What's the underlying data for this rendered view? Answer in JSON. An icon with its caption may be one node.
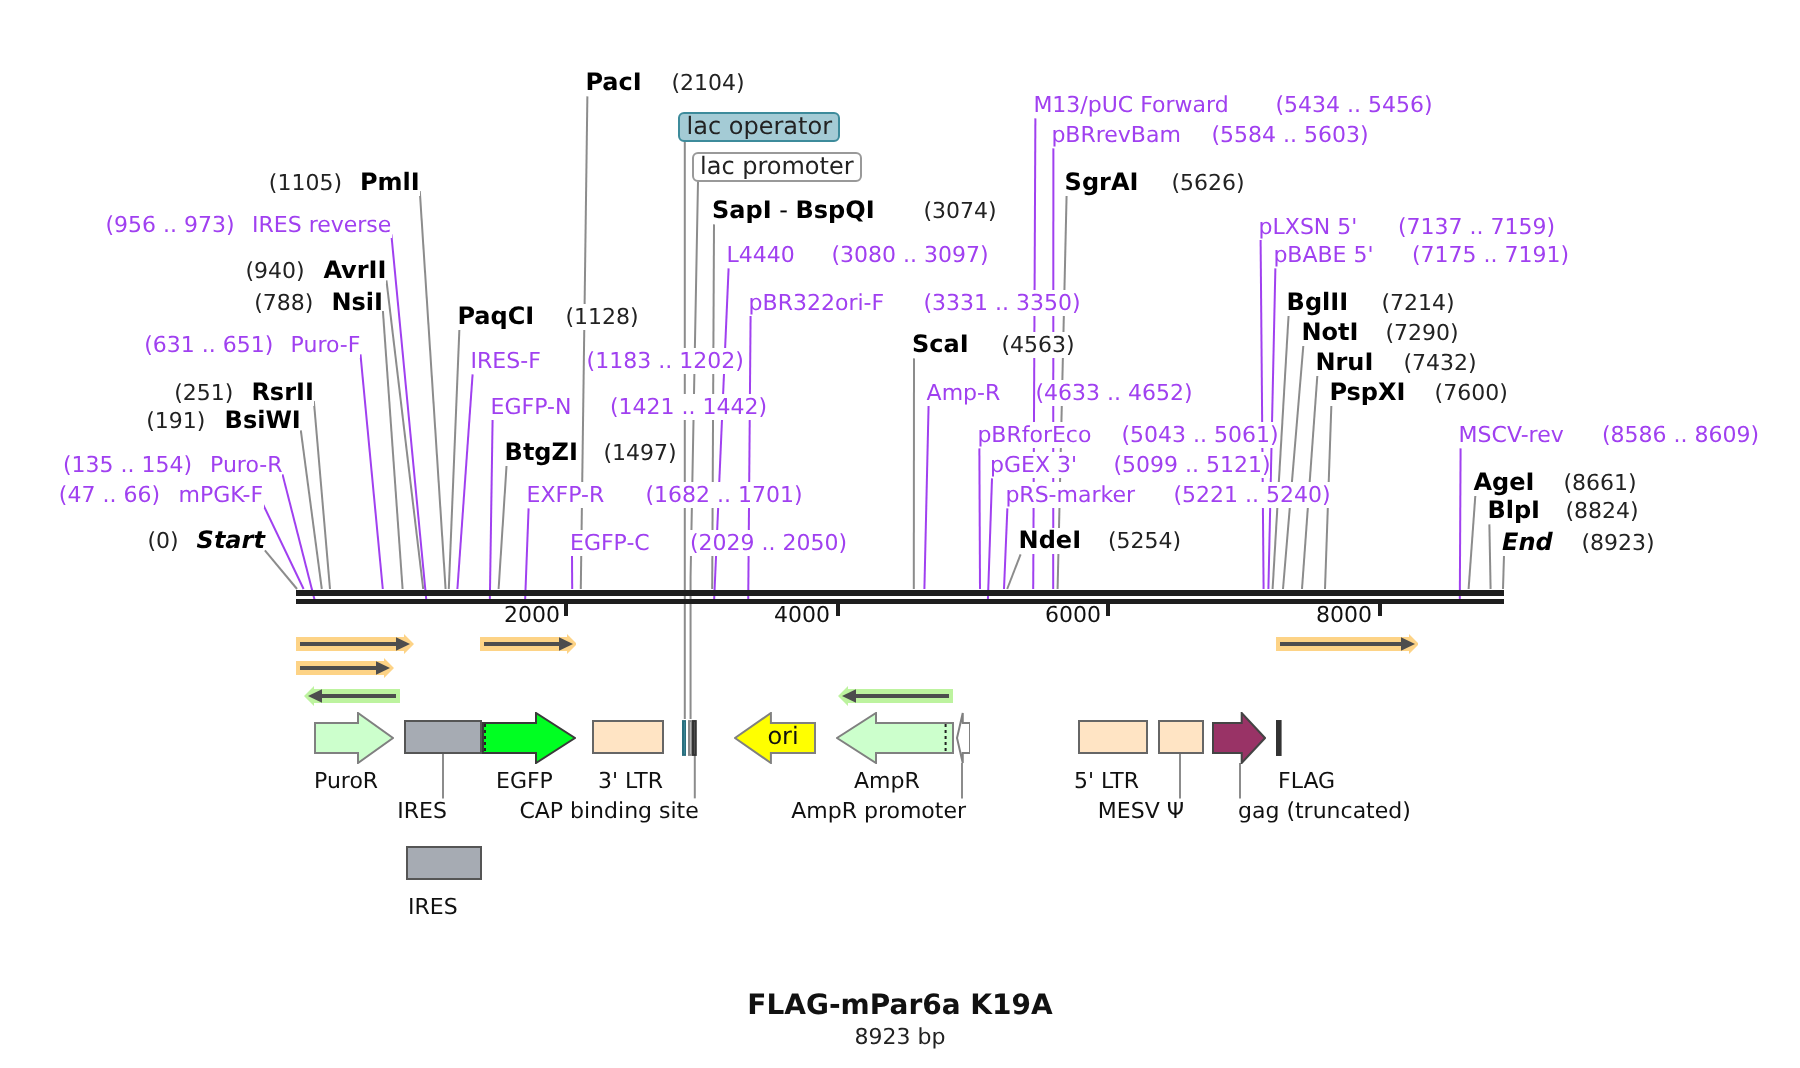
{
  "diagram": {
    "title": "FLAG-mPar6a K19A",
    "caption": "8923 bp",
    "nodes": [
      {
        "text": [
          "PacI",
          "(2104)"
        ]
      },
      {
        "text": [
          "M13/pUC Forward",
          "(5434 .. 5456)"
        ]
      },
      {
        "text": [
          "lac operator"
        ]
      },
      {
        "text": [
          "pBRrevBam",
          "(5584 .. 5603)"
        ]
      },
      {
        "text": [
          "lac promoter"
        ]
      },
      {
        "text": [
          "SgrAI",
          "(5626)"
        ]
      },
      {
        "text": [
          "(1105)",
          "PmlI"
        ]
      },
      {
        "text": [
          "**SapI** - **BspQI**",
          "(3074)"
        ]
      },
      {
        "text": [
          "(956 .. 973)",
          "IRES reverse"
        ]
      },
      {
        "text": [
          "pLXSN 5'",
          "(7137 .. 7159)"
        ]
      },
      {
        "text": [
          "L4440",
          "(3080 .. 3097)"
        ]
      },
      {
        "text": [
          "pBABE 5'",
          "(7175 .. 7191)"
        ]
      },
      {
        "text": [
          "(940)",
          "AvrII"
        ]
      },
      {
        "text": [
          "BglII",
          "(7214)"
        ]
      },
      {
        "text": [
          "(788)",
          "NsiI"
        ]
      },
      {
        "text": [
          "pBR322ori-F",
          "(3331 .. 3350)"
        ]
      },
      {
        "text": [
          "PaqCI",
          "(1128)"
        ]
      },
      {
        "text": [
          "NotI",
          "(7290)"
        ]
      },
      {
        "text": [
          "(631 .. 651)",
          "Puro-F"
        ]
      },
      {
        "text": [
          "ScaI",
          "(4563)"
        ]
      },
      {
        "text": [
          "IRES-F",
          "(1183 .. 1202)"
        ]
      },
      {
        "text": [
          "NruI",
          "(7432)"
        ]
      },
      {
        "text": [
          "(251)",
          "RsrII"
        ]
      },
      {
        "text": [
          "Amp-R",
          "(4633 .. 4652)"
        ]
      },
      {
        "text": [
          "PspXI",
          "(7600)"
        ]
      },
      {
        "text": [
          "EGFP-N",
          "(1421 .. 1442)"
        ]
      },
      {
        "text": [
          "(191)",
          "BsiWI"
        ]
      },
      {
        "text": [
          "MSCV-rev",
          "(8586 .. 8609)"
        ]
      },
      {
        "text": [
          "pBRforEco",
          "(5043 .. 5061)"
        ]
      },
      {
        "text": [
          "BtgZI",
          "(1497)"
        ]
      },
      {
        "text": [
          "(135 .. 154)",
          "Puro-R"
        ]
      },
      {
        "text": [
          "pGEX 3'",
          "(5099 .. 5121)"
        ]
      },
      {
        "text": [
          "AgeI",
          "(8661)"
        ]
      },
      {
        "text": [
          "(47 .. 66)",
          "mPGK-F"
        ]
      },
      {
        "text": [
          "EXFP-R",
          "(1682 .. 1701)"
        ]
      },
      {
        "text": [
          "pRS-marker",
          "(5221 .. 5240)"
        ]
      },
      {
        "text": [
          "BlpI",
          "(8824)"
        ]
      },
      {
        "text": [
          "(0)",
          "Start"
        ]
      },
      {
        "text": [
          "EGFP-C",
          "(2029 .. 2050)"
        ]
      },
      {
        "text": [
          "NdeI",
          "(5254)"
        ]
      },
      {
        "text": [
          "End",
          "(8923)"
        ]
      },
      {
        "text": [],
        "shape": "bar"
      },
      {
        "text": [],
        "shape": "bar"
      },
      {
        "text": [],
        "shape": "bar"
      },
      {
        "text": [],
        "shape": "bar"
      },
      {
        "text": [],
        "shape": "bar"
      },
      {
        "text": [],
        "shape": "bar"
      },
      {
        "text": [],
        "shape": "bar"
      },
      {
        "text": [
          "PuroR"
        ]
      },
      {
        "text": [],
        "shape": "box"
      },
      {
        "text": [
          "EGFP"
        ]
      },
      {
        "text": [
          "3' LTR"
        ]
      },
      {
        "text": [],
        "shape": "bar"
      },
      {
        "text": [],
        "shape": "bar"
      },
      {
        "text": [],
        "shape": "bar"
      },
      {
        "text": [
          "ori"
        ]
      },
      {
        "text": [
          "AmpR"
        ]
      },
      {
        "text": [],
        "shape": "pentagon"
      },
      {
        "text": [
          "5' LTR"
        ]
      },
      {
        "text": [],
        "shape": "box"
      },
      {
        "text": [],
        "shape": "pentagon"
      },
      {
        "text": [
          "FLAG"
        ]
      },
      {
        "text": [
          "IRES"
        ]
      },
      {
        "text": [
          "CAP binding site"
        ]
      },
      {
        "text": [
          "AmpR promoter"
        ]
      },
      {
        "text": [
          "MESV Ψ"
        ]
      },
      {
        "text": [
          "gag (truncated)"
        ]
      },
      {
        "text": [
          "IRES"
        ]
      }
    ],
    "edges": [
      {
        "from": 0,
        "to": 41,
        "arrow": "none"
      },
      {
        "from": 1,
        "to": 41,
        "arrow": "none",
        "color": "#a040f0"
      },
      {
        "from": 2,
        "to": 52,
        "arrow": "none"
      },
      {
        "from": 3,
        "to": 41,
        "arrow": "none",
        "color": "#a040f0"
      },
      {
        "from": 4,
        "to": 53,
        "arrow": "none"
      },
      {
        "from": 5,
        "to": 41,
        "arrow": "none"
      },
      {
        "from": 6,
        "to": 41,
        "arrow": "none"
      },
      {
        "from": 7,
        "to": 41,
        "arrow": "none"
      },
      {
        "from": 8,
        "to": 41,
        "arrow": "none",
        "color": "#a040f0"
      },
      {
        "from": 9,
        "to": 41,
        "arrow": "none",
        "color": "#a040f0"
      },
      {
        "from": 10,
        "to": 41,
        "arrow": "none",
        "color": "#a040f0"
      },
      {
        "from": 11,
        "to": 41,
        "arrow": "none",
        "color": "#a040f0"
      },
      {
        "from": 12,
        "to": 41,
        "arrow": "none"
      },
      {
        "from": 13,
        "to": 41,
        "arrow": "none"
      },
      {
        "from": 14,
        "to": 41,
        "arrow": "none"
      },
      {
        "from": 15,
        "to": 41,
        "arrow": "none",
        "color": "#a040f0"
      },
      {
        "from": 16,
        "to": 41,
        "arrow": "none"
      },
      {
        "from": 17,
        "to": 41,
        "arrow": "none"
      },
      {
        "from": 18,
        "to": 41,
        "arrow": "none",
        "color": "#a040f0"
      },
      {
        "from": 19,
        "to": 41,
        "arrow": "none"
      },
      {
        "from": 20,
        "to": 41,
        "arrow": "none",
        "color": "#a040f0"
      },
      {
        "from": 21,
        "to": 41,
        "arrow": "none"
      },
      {
        "from": 22,
        "to": 41,
        "arrow": "none"
      },
      {
        "from": 23,
        "to": 41,
        "arrow": "none",
        "color": "#a040f0"
      },
      {
        "from": 24,
        "to": 41,
        "arrow": "none"
      },
      {
        "from": 25,
        "to": 41,
        "arrow": "none",
        "color": "#a040f0"
      },
      {
        "from": 26,
        "to": 41,
        "arrow": "none"
      },
      {
        "from": 27,
        "to": 41,
        "arrow": "none",
        "color": "#a040f0"
      },
      {
        "from": 28,
        "to": 41,
        "arrow": "none",
        "color": "#a040f0"
      },
      {
        "from": 29,
        "to": 41,
        "arrow": "none"
      },
      {
        "from": 30,
        "to": 41,
        "arrow": "none",
        "color": "#a040f0"
      },
      {
        "from": 31,
        "to": 41,
        "arrow": "none",
        "color": "#a040f0"
      },
      {
        "from": 32,
        "to": 41,
        "arrow": "none"
      },
      {
        "from": 33,
        "to": 41,
        "arrow": "none",
        "color": "#a040f0"
      },
      {
        "from": 34,
        "to": 41,
        "arrow": "none",
        "color": "#a040f0"
      },
      {
        "from": 35,
        "to": 41,
        "arrow": "none",
        "color": "#a040f0"
      },
      {
        "from": 36,
        "to": 41,
        "arrow": "none"
      },
      {
        "from": 37,
        "to": 41,
        "arrow": "none"
      },
      {
        "from": 38,
        "to": 41,
        "arrow": "none",
        "color": "#a040f0"
      },
      {
        "from": 39,
        "to": 41,
        "arrow": "none"
      },
      {
        "from": 40,
        "to": 41,
        "arrow": "none"
      },
      {
        "from": 62,
        "to": 49,
        "arrow": "none"
      },
      {
        "from": 63,
        "to": 54,
        "arrow": "none"
      },
      {
        "from": 64,
        "to": 57,
        "arrow": "none"
      },
      {
        "from": 65,
        "to": 59,
        "arrow": "none"
      },
      {
        "from": 66,
        "to": 60,
        "arrow": "none"
      }
    ],
    "labels": [
      "2000",
      "4000",
      "6000",
      "8000"
    ]
  }
}
